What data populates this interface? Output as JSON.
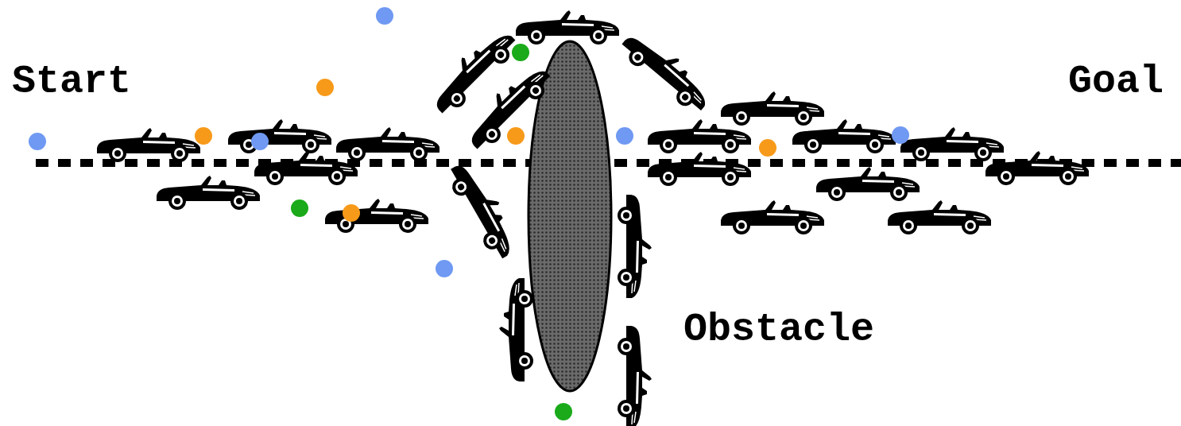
{
  "diagram": {
    "labels": [
      "Start",
      "Goal",
      "Obstacle"
    ]
  }
}
